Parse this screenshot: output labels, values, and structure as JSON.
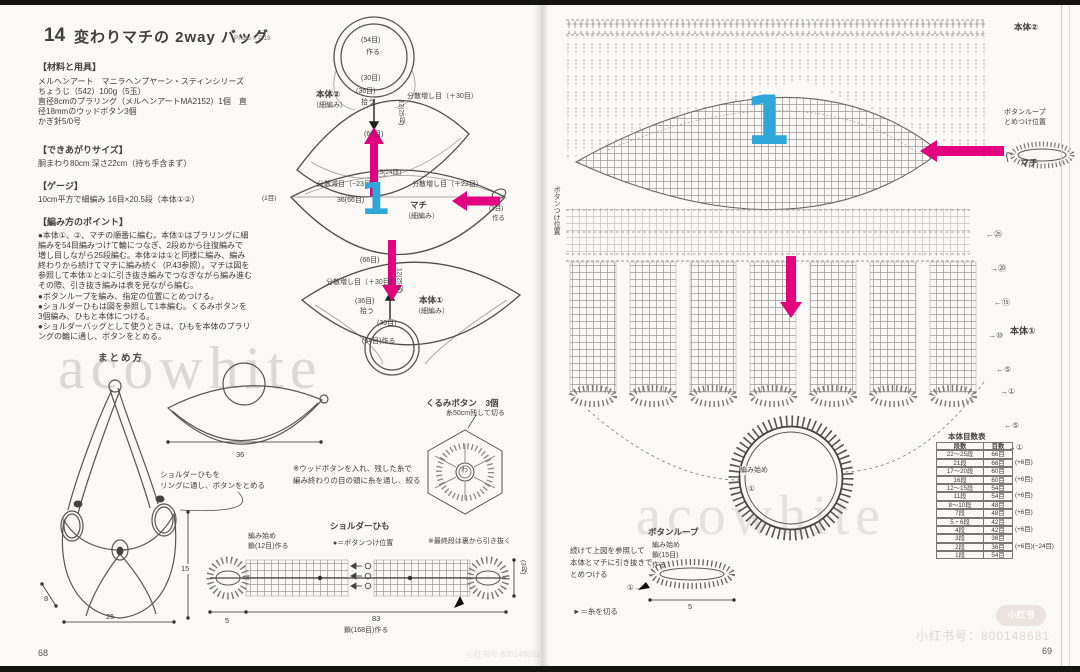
{
  "colors": {
    "magenta": "#e2017e",
    "cyan": "#2fa6da"
  },
  "left_page": {
    "page_number": "68",
    "title_no": "14",
    "title": "変わりマチの 2way バッグ",
    "photo_ref": "Photo » P.18",
    "materials_heading": "【材料と用具】",
    "materials_lines": [
      "メルヘンアート　マニラヘンプヤーン・スティンシリーズ",
      "ちょうじ（542）100g（5玉）",
      "直径8cmのプラリング（メルヘンアートMA2152）1個　直",
      "径18mmのウッドボタン3個",
      "かぎ針5/0号"
    ],
    "size_heading": "【できあがりサイズ】",
    "size_line": "胴まわり80cm 深さ22cm（持ち手含まず）",
    "gauge_heading": "【ゲージ】",
    "gauge_line": "10cm平方で細編み 16目×20.5段（本体①②）",
    "points_heading": "【編み方のポイント】",
    "points_lines": [
      "●本体①、②、マチの順番に編む。本体①はプラリングに細",
      "編みを54目編みつけて輪につなぎ、2段めから往復編みで",
      "増し目しながら25段編む。本体②は①と同様に編み、編み",
      "終わりから続けてマチに編み続く（P.43参照）。マチは図を",
      "参照して本体①と②に引き抜き編みでつなぎながら編み進む",
      "その際、引き抜き編みは表を見ながら編む。",
      "●ボタンループを編み、指定の位置にとめつける。",
      "●ショルダーひもは図を参照して1本編む。くるみボタンを",
      "3個編み、ひもと本体につける。",
      "●ショルダーバッグとして使うときは、ひもを本体のプラリ",
      "ングの輪に通し、ボタンをとめる。"
    ],
    "assembly_heading": "まとめ方",
    "ovals": {
      "body2": "本体②",
      "body2_sub": "（細編み）",
      "ring54": "(54目)",
      "make": "作る",
      "st30": "(30目)",
      "pick36": "(36目)",
      "pick": "拾う",
      "inc30": "分散増し目（＋30目）",
      "h12_25": "12(25段)",
      "st66": "(66目)",
      "dec23": "分散減目（−23目）",
      "h15_24": "15(24段)",
      "inc23": "分散増し目（＋23目）",
      "w36_66": "36(66目)",
      "machi": "マチ",
      "machi_sub": "（細編み）",
      "one": "(1目)",
      "one_make": "作る",
      "left_one": "(1目)",
      "big_one": "1",
      "st66b": "(66目)",
      "inc30b": "分散増し目（＋30目）",
      "pick36b": "(36目)",
      "pickb": "拾う",
      "body1": "本体①",
      "body1_sub": "（細編み）",
      "h12_25b": "12(25段)",
      "st30b": "(30目)",
      "ring54b": "(54目)作る"
    },
    "bag": {
      "callout1": "ショルダーひもを",
      "callout2": "リングに通し、ボタンをとめる",
      "dim_w": "25",
      "dim_h": "15",
      "dim_d": "8",
      "dim_flat": "36"
    },
    "button": {
      "heading": "くるみボタン　3個",
      "cut_note": "糸50cm残して切る",
      "note1": "※ウッドボタンを入れ、残した糸で",
      "note2": "編み終わりの目の頭に糸を通し、絞る",
      "center": "わ"
    },
    "strap": {
      "heading": "ショルダーひも",
      "start1": "編み始め",
      "start2": "鎖(12目)作る",
      "btn_legend": "●＝ボタンつけ位置",
      "note": "※最終段は裏から引き抜く",
      "dim_5": "5",
      "dim_83": "83",
      "chain": "鎖(168目)作る",
      "rows": "(3段)"
    }
  },
  "right_page": {
    "page_number": "69",
    "body2": "本体②",
    "loop_pos1": "ボタンループ",
    "loop_pos2": "とめつけ位置",
    "machi": "マチ",
    "body1": "本体①",
    "vert_label": "ボタンつけ位置",
    "big_one": "1",
    "ring_start": "編み始め",
    "ring_row": "①",
    "row_markers": [
      "←㉕",
      "→⑳",
      "←⑮",
      "→⑩",
      "←⑤",
      "→①",
      "←⑤",
      "→①"
    ],
    "loop": {
      "heading": "ボタンループ",
      "start1": "編み始め",
      "start2": "鎖(15目)",
      "start3": "作る",
      "note1": "続けて上図を参照して",
      "note2": "本体とマチに引き抜きで",
      "note3": "とめつける",
      "row1": "①→",
      "dim": "5"
    },
    "cut_legend": "►＝糸を切る",
    "table": {
      "heading": "本体目数表",
      "col_row": "段数",
      "col_st": "目数",
      "rows": [
        {
          "r": "22〜25段",
          "s": "66目",
          "n": ""
        },
        {
          "r": "21段",
          "s": "66目",
          "n": "(+6目)"
        },
        {
          "r": "17〜20段",
          "s": "60目",
          "n": ""
        },
        {
          "r": "16段",
          "s": "60目",
          "n": "(+6目)"
        },
        {
          "r": "12〜15段",
          "s": "54目",
          "n": ""
        },
        {
          "r": "11段",
          "s": "54目",
          "n": "(+6目)"
        },
        {
          "r": "8〜10段",
          "s": "48目",
          "n": ""
        },
        {
          "r": "7段",
          "s": "48目",
          "n": "(+6目)"
        },
        {
          "r": "5・6段",
          "s": "42目",
          "n": ""
        },
        {
          "r": "4段",
          "s": "42目",
          "n": "(+6目)"
        },
        {
          "r": "3段",
          "s": "36目",
          "n": ""
        },
        {
          "r": "2段",
          "s": "36目",
          "n": "(+6目)(−24目)"
        },
        {
          "r": "1段",
          "s": "54目",
          "n": ""
        }
      ]
    }
  },
  "watermarks": {
    "aco": "acowhite",
    "xhs_pill": "小红书",
    "xhs_no": "小红书号：800148681",
    "xhs_left": "小红书号 800148681"
  }
}
